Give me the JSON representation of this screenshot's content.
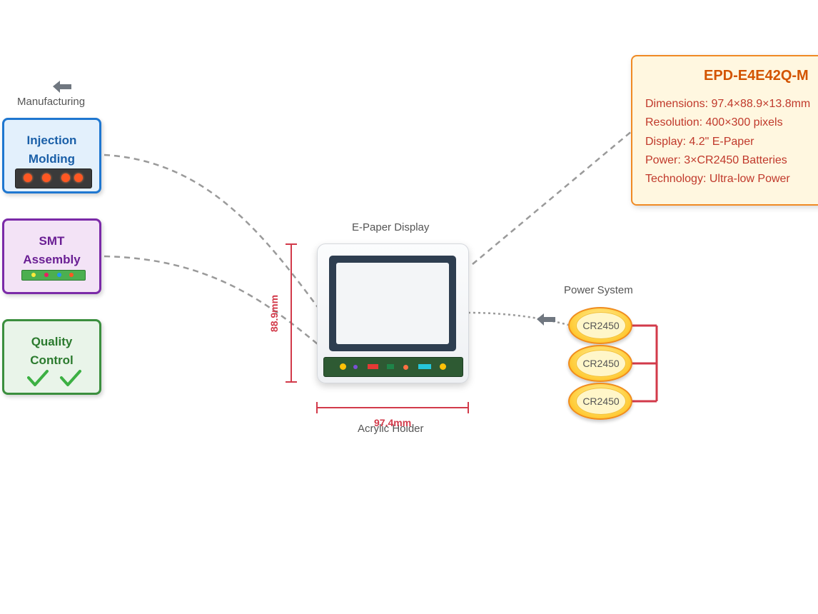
{
  "manufacturing": {
    "header": "Manufacturing",
    "steps": [
      {
        "label": "Injection Molding"
      },
      {
        "label": "SMT Assembly"
      },
      {
        "label": "Quality Control"
      }
    ]
  },
  "device": {
    "top_label": "E-Paper Display",
    "bottom_label": "Acrylic Holder",
    "width_label": "97.4mm",
    "height_label": "88.9mm"
  },
  "specs": {
    "title": "EPD-E4E42Q-M",
    "items": [
      "Dimensions: 97.4×88.9×13.8mm",
      "Resolution: 400×300 pixels",
      "Display: 4.2\" E-Paper",
      "Power: 3×CR2450 Batteries",
      "Technology: Ultra-low Power"
    ]
  },
  "power": {
    "label": "Power System",
    "batteries": [
      "CR2450",
      "CR2450",
      "CR2450"
    ]
  },
  "icons": {
    "manufacturing": "arrow-left-icon",
    "power": "arrow-left-icon",
    "quality": "checkmark-icon"
  },
  "colors": {
    "molding": "#1f77d0",
    "smt": "#7b2aa8",
    "quality": "#3b8f3e",
    "spec": "#f08a24",
    "dimension": "#d23a4a"
  }
}
